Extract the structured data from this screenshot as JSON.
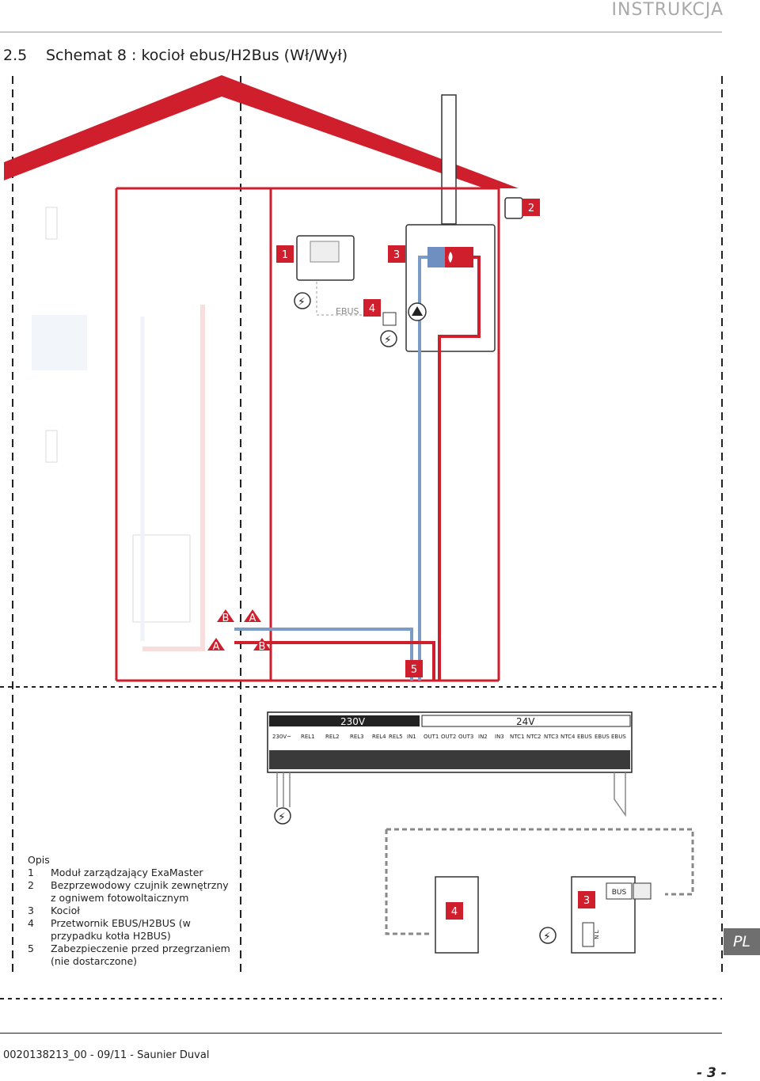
{
  "header": {
    "brand": "INSTRUKCJA",
    "section_number": "2.5",
    "section_title": "Schemat 8 : kocioł ebus/H2Bus (Wł/Wył)"
  },
  "diagram": {
    "markers": [
      "1",
      "2",
      "3",
      "4",
      "5",
      "4",
      "3"
    ],
    "ebus_label": "EBUS",
    "pipe_labels": {
      "left_B": "B",
      "left_A": "A",
      "right_A": "A",
      "right_B": "B"
    },
    "terminal_block": {
      "voltage_230": "230V",
      "voltage_24": "24V",
      "groups_230": [
        "230V~",
        "REL1",
        "REL2",
        "REL3",
        "REL4",
        "REL5",
        "IN1"
      ],
      "groups_24": [
        "OUT1",
        "OUT2",
        "OUT3",
        "IN2",
        "IN3",
        "NTC1",
        "NTC2",
        "NTC3",
        "NTC4",
        "EBUS",
        "EBUS",
        "EBUS"
      ]
    },
    "bus_label": "BUS",
    "power_terminal_labels": "N L"
  },
  "legend": {
    "title": "Opis",
    "items": [
      {
        "n": "1",
        "text": "Moduł zarządzający ExaMaster"
      },
      {
        "n": "2",
        "text": "Bezprzewodowy czujnik zewnętrzny z ogniwem fotowoltaicznym"
      },
      {
        "n": "3",
        "text": "Kocioł"
      },
      {
        "n": "4",
        "text": "Przetwornik EBUS/H2BUS (w przypadku kotła H2BUS)"
      },
      {
        "n": "5",
        "text": "Zabezpieczenie przed przegrzaniem (nie dostarczone)"
      }
    ]
  },
  "lang_tab": "PL",
  "footer": {
    "doc_ref": "0020138213_00 - 09/11 - Saunier Duval",
    "page": "- 3 -"
  },
  "colors": {
    "accent_red": "#d0202e",
    "pipe_blue": "#7a9cc6",
    "faded_red": "#f0b3b3"
  }
}
